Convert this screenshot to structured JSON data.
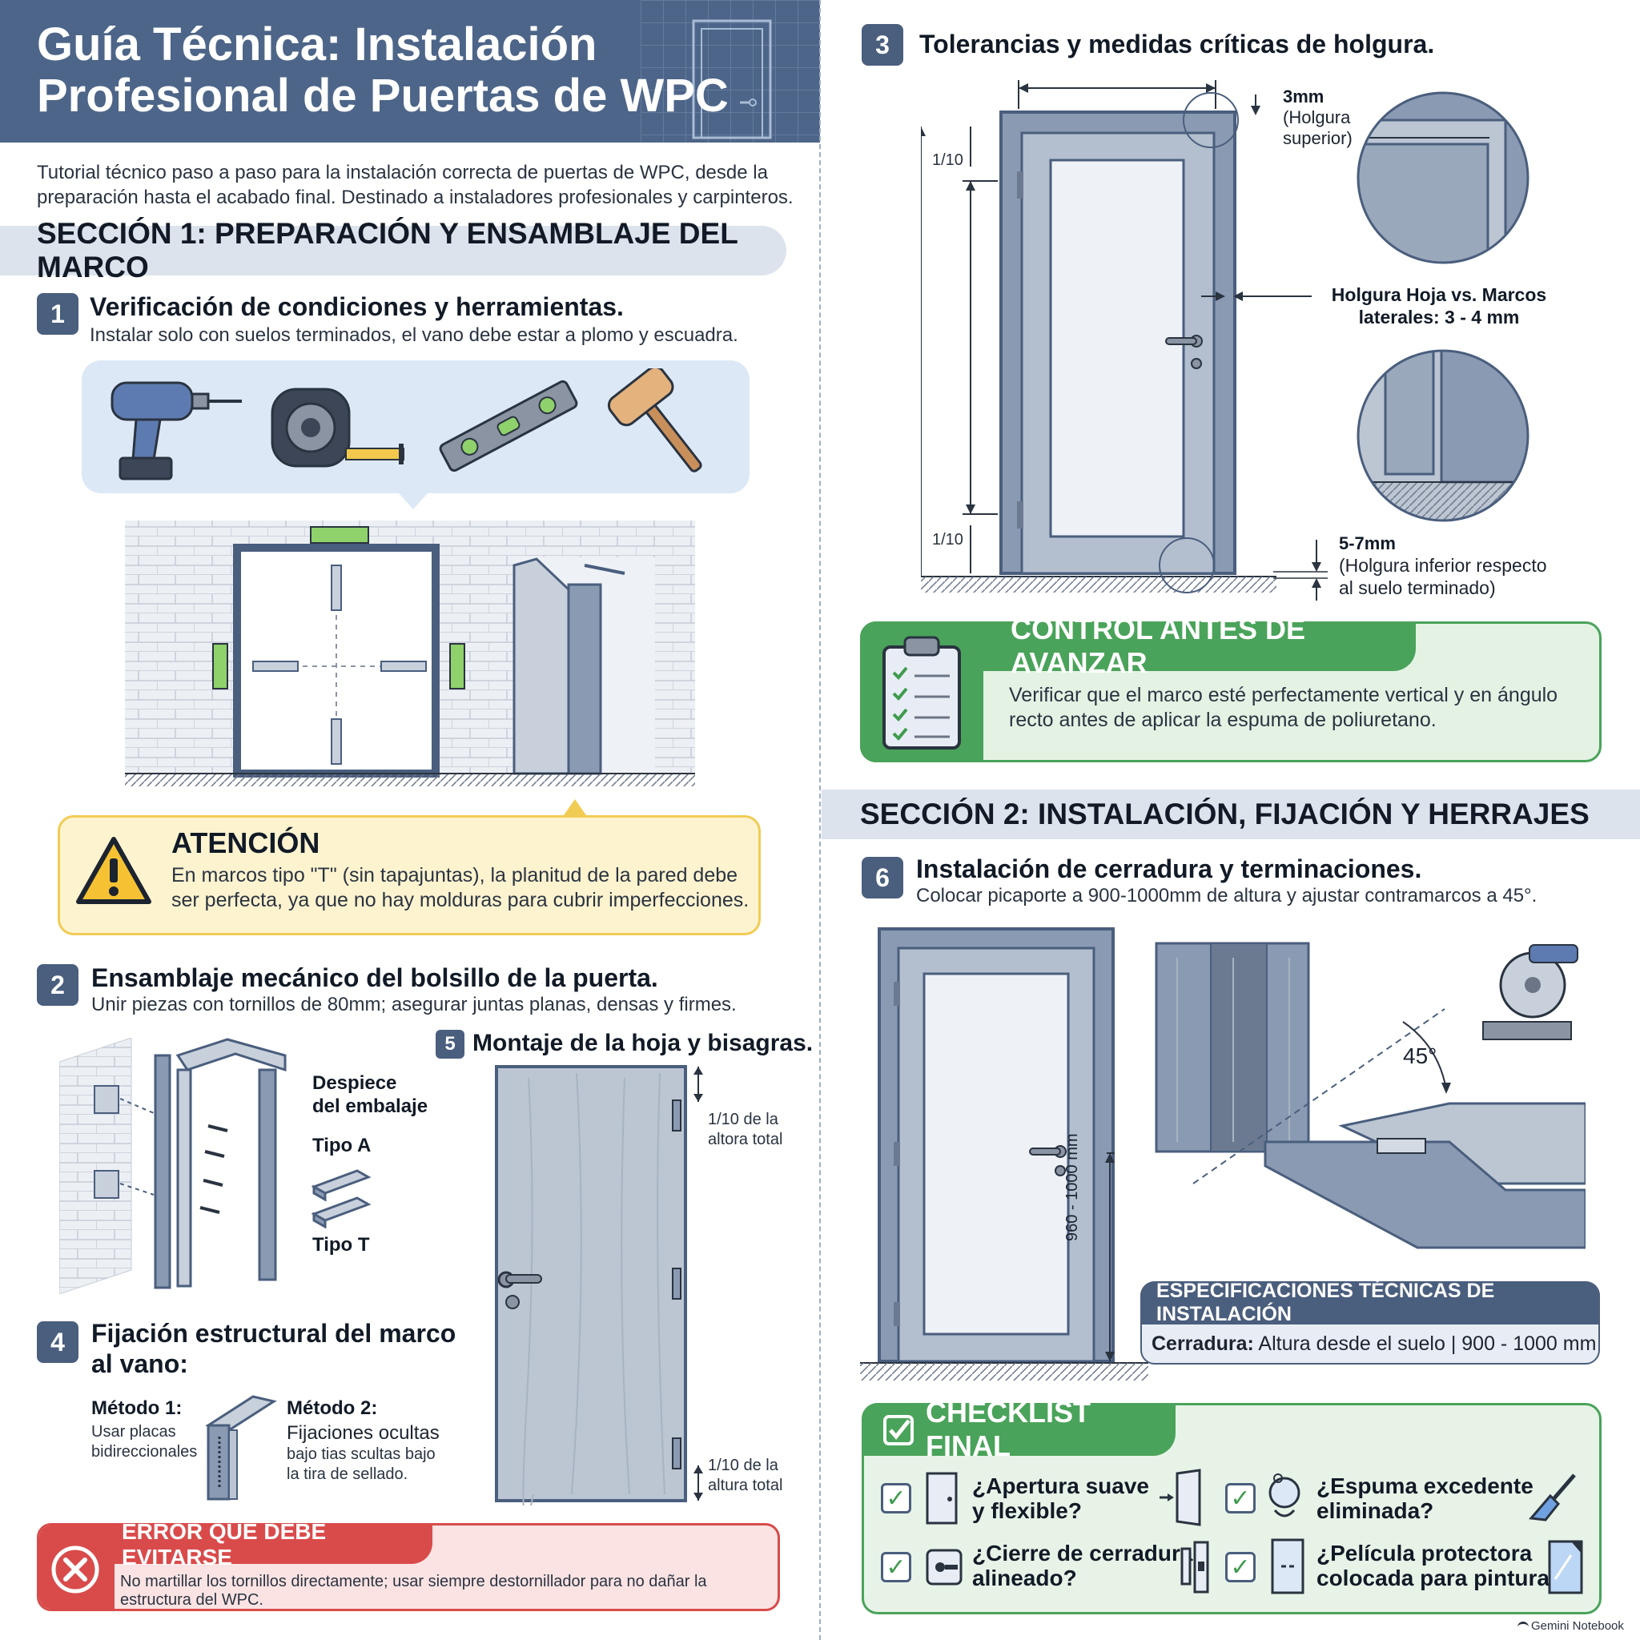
{
  "header": {
    "title_line1": "Guía Técnica: Instalación",
    "title_line2": "Profesional de Puertas de WPC"
  },
  "intro": "Tutorial técnico paso a paso para la instalación correcta de puertas de WPC, desde la preparación hasta el acabado final. Destinado a instaladores profesionales y carpinteros.",
  "section1": {
    "title": "SECCIÓN 1: PREPARACIÓN Y ENSAMBLAJE DEL MARCO"
  },
  "step1": {
    "num": "1",
    "title": "Verificación de condiciones y herramientas.",
    "subtitle": "Instalar solo con suelos terminados, el vano debe estar a plomo y escuadra."
  },
  "attention": {
    "title": "ATENCIÓN",
    "text": "En marcos tipo \"T\" (sin tapajuntas), la planitud de la pared debe ser perfecta, ya que no hay molduras para cubrir imperfecciones."
  },
  "step2": {
    "num": "2",
    "title": "Ensamblaje mecánico del bolsillo de la puerta.",
    "subtitle": "Unir piezas con tornillos de 80mm; asegurar juntas planas, densas y firmes.",
    "despiece_line1": "Despiece",
    "despiece_line2": "del embalaje",
    "tipo_a": "Tipo A",
    "tipo_t": "Tipo T"
  },
  "step5": {
    "num": "5",
    "title": "Montaje de la hoja y bisagras.",
    "top_note_l1": "1/10 de la",
    "top_note_l2": "altora total",
    "bottom_note_l1": "1/10 de la",
    "bottom_note_l2": "altura total"
  },
  "step4": {
    "num": "4",
    "title_line1": "Fijación estructural del marco",
    "title_line2": "al vano:",
    "method1_title": "Método 1:",
    "method1_l1": "Usar placas",
    "method1_l2": "bidireccionales",
    "method2_title": "Método 2:",
    "method2_l1": "Fijaciones ocultas",
    "method2_l2": "bajo tias scultas bajo",
    "method2_l3": "la tira de sellado."
  },
  "error": {
    "title": "ERROR QUE DEBE EVITARSE",
    "text": "No martillar los tornillos directamente; usar siempre destornillador para no dañar la estructura del WPC."
  },
  "step3": {
    "num": "3",
    "title": "Tolerancias y medidas críticas de holgura.",
    "ratio_top": "1/10",
    "ratio_bottom": "1/10",
    "top_gap": "3mm",
    "top_gap_l1": "(Holgura",
    "top_gap_l2": "superior)",
    "side_gap_l1": "Holgura Hoja vs. Marcos",
    "side_gap_l2": "laterales: 3 - 4 mm",
    "bottom_gap": "5-7mm",
    "bottom_gap_l1": "(Holgura inferior respecto",
    "bottom_gap_l2": "al suelo terminado)"
  },
  "control": {
    "title": "CONTROL ANTES DE AVANZAR",
    "text": "Verificar que el marco esté perfectamente vertical y en ángulo recto antes de aplicar la espuma de poliuretano."
  },
  "section2": {
    "title": "SECCIÓN 2: INSTALACIÓN, FIJACIÓN Y HERRAJES"
  },
  "step6": {
    "num": "6",
    "title": "Instalación de cerradura y terminaciones.",
    "subtitle": "Colocar picaporte a 900-1000mm de altura y ajustar contramarcos a 45°.",
    "height_label": "960 - 1000 mm",
    "angle_label": "45°"
  },
  "specs": {
    "title": "ESPECIFICACIONES TÉCNICAS DE INSTALACIÓN",
    "row_label": "Cerradura:",
    "row_value": "Altura desde el suelo | 900 - 1000 mm"
  },
  "checklist": {
    "title": "CHECKLIST FINAL",
    "items": [
      {
        "l1": "¿Apertura suave",
        "l2": "y flexible?"
      },
      {
        "l1": "¿Espuma excedente",
        "l2": "eliminada?"
      },
      {
        "l1": "¿Cierre de cerradura",
        "l2": "alineado?"
      },
      {
        "l1": "¿Película protectora",
        "l2": "colocada para pintura?"
      }
    ]
  },
  "footer": "Gemini Notebook"
}
